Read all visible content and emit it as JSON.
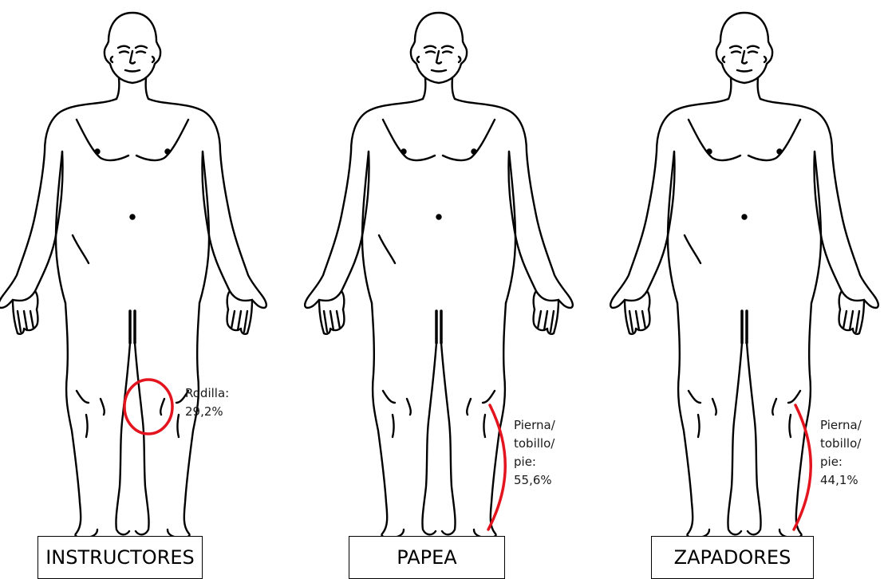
{
  "figures": [
    {
      "id": "instructores",
      "label": "INSTRUCTORES",
      "marker": "circle",
      "marker_color": "#e3141e",
      "annotation_lines": [
        "Rodilla:",
        "29,2%"
      ],
      "injury_area": "Rodilla",
      "percent": 29.2
    },
    {
      "id": "papea",
      "label": "PAPEA",
      "marker": "arc",
      "marker_color": "#e3141e",
      "annotation_lines": [
        "Pierna/",
        "tobillo/",
        "pie:",
        "55,6%"
      ],
      "injury_area": "Pierna/tobillo/pie",
      "percent": 55.6
    },
    {
      "id": "zapadores",
      "label": "ZAPADORES",
      "marker": "arc",
      "marker_color": "#e3141e",
      "annotation_lines": [
        "Pierna/",
        "tobillo/",
        "pie:",
        "44,1%"
      ],
      "injury_area": "Pierna/tobillo/pie",
      "percent": 44.1
    }
  ]
}
